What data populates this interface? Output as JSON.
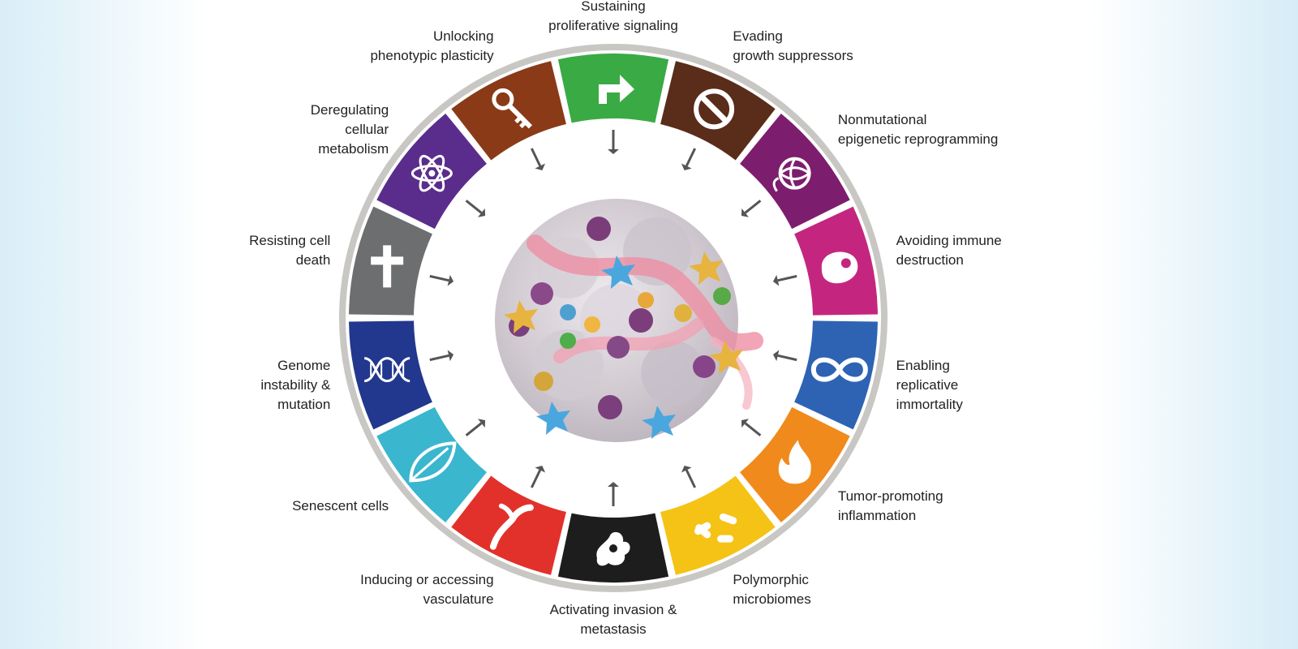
{
  "hallmarks": [
    {
      "id": "sustaining",
      "label": "Sustaining\nproliferative signaling",
      "color": "#3aaa44",
      "icon": "arrow-turn-icon"
    },
    {
      "id": "evading",
      "label": "Evading\ngrowth suppressors",
      "color": "#5a2c1a",
      "icon": "no-entry-icon"
    },
    {
      "id": "epigenetic",
      "label": "Nonmutational\nepigenetic reprogramming",
      "color": "#7d1d6e",
      "icon": "chromatin-icon"
    },
    {
      "id": "immune",
      "label": "Avoiding immune\ndestruction",
      "color": "#c4267f",
      "icon": "immune-cell-icon"
    },
    {
      "id": "immortality",
      "label": "Enabling\nreplicative\nimmortality",
      "color": "#2e63b4",
      "icon": "infinity-icon"
    },
    {
      "id": "inflammation",
      "label": "Tumor-promoting\ninflammation",
      "color": "#f08a1c",
      "icon": "flame-icon"
    },
    {
      "id": "microbiomes",
      "label": "Polymorphic\nmicrobiomes",
      "color": "#f5c316",
      "icon": "bacteria-icon"
    },
    {
      "id": "invasion",
      "label": "Activating invasion &\nmetastasis",
      "color": "#1d1d1d",
      "icon": "invasive-cell-icon"
    },
    {
      "id": "vasculature",
      "label": "Inducing or accessing\nvasculature",
      "color": "#e2312b",
      "icon": "vessel-icon"
    },
    {
      "id": "senescent",
      "label": "Senescent cells",
      "color": "#3ab6cf",
      "icon": "leaf-icon"
    },
    {
      "id": "genome",
      "label": "Genome\ninstability &\nmutation",
      "color": "#22378e",
      "icon": "dna-icon"
    },
    {
      "id": "death",
      "label": "Resisting cell\ndeath",
      "color": "#6d6e70",
      "icon": "cross-icon"
    },
    {
      "id": "metabolism",
      "label": "Deregulating\ncellular\nmetabolism",
      "color": "#5a2d8c",
      "icon": "atom-icon"
    },
    {
      "id": "plasticity",
      "label": "Unlocking\nphenotypic plasticity",
      "color": "#8a3a17",
      "icon": "key-icon"
    }
  ]
}
